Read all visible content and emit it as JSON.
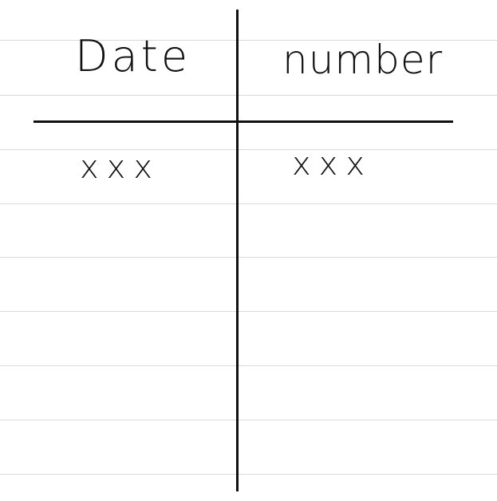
{
  "table": {
    "headers": [
      "Date",
      "number"
    ],
    "rows": [
      [
        "xxx",
        "xxx"
      ]
    ]
  },
  "colors": {
    "ink": "#111111",
    "ruled_line": "#d9d9d9",
    "paper": "#ffffff"
  }
}
